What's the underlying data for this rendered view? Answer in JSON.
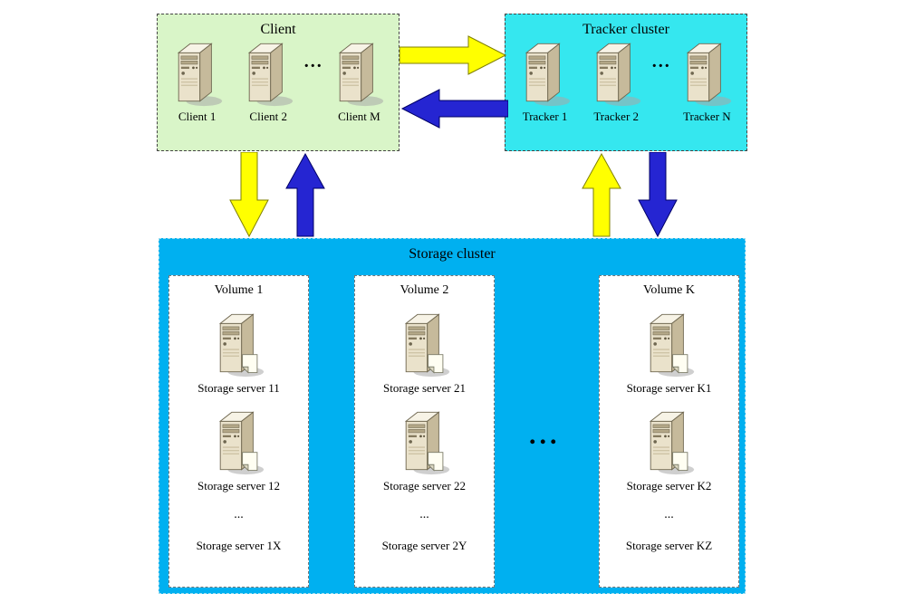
{
  "diagram": {
    "client": {
      "title": "Client",
      "servers": [
        "Client 1",
        "Client 2",
        "Client M"
      ],
      "ellipsis": "..."
    },
    "tracker": {
      "title": "Tracker cluster",
      "servers": [
        "Tracker 1",
        "Tracker 2",
        "Tracker N"
      ],
      "ellipsis": "..."
    },
    "storage": {
      "title": "Storage cluster",
      "ellipsis": "...",
      "volumes": [
        {
          "title": "Volume 1",
          "servers": [
            "Storage server 11",
            "Storage server 12"
          ],
          "ellipsis": "...",
          "last_server": "Storage server 1X"
        },
        {
          "title": "Volume 2",
          "servers": [
            "Storage server 21",
            "Storage server 22"
          ],
          "ellipsis": "...",
          "last_server": "Storage server 2Y"
        },
        {
          "title": "Volume K",
          "servers": [
            "Storage server K1",
            "Storage server K2"
          ],
          "ellipsis": "...",
          "last_server": "Storage server KZ"
        }
      ]
    },
    "colors": {
      "client_bg": "#d9f5c8",
      "tracker_bg": "#35e7ef",
      "storage_bg": "#00b0f0",
      "arrow_yellow": "#ffff00",
      "arrow_blue": "#2525d2"
    }
  }
}
